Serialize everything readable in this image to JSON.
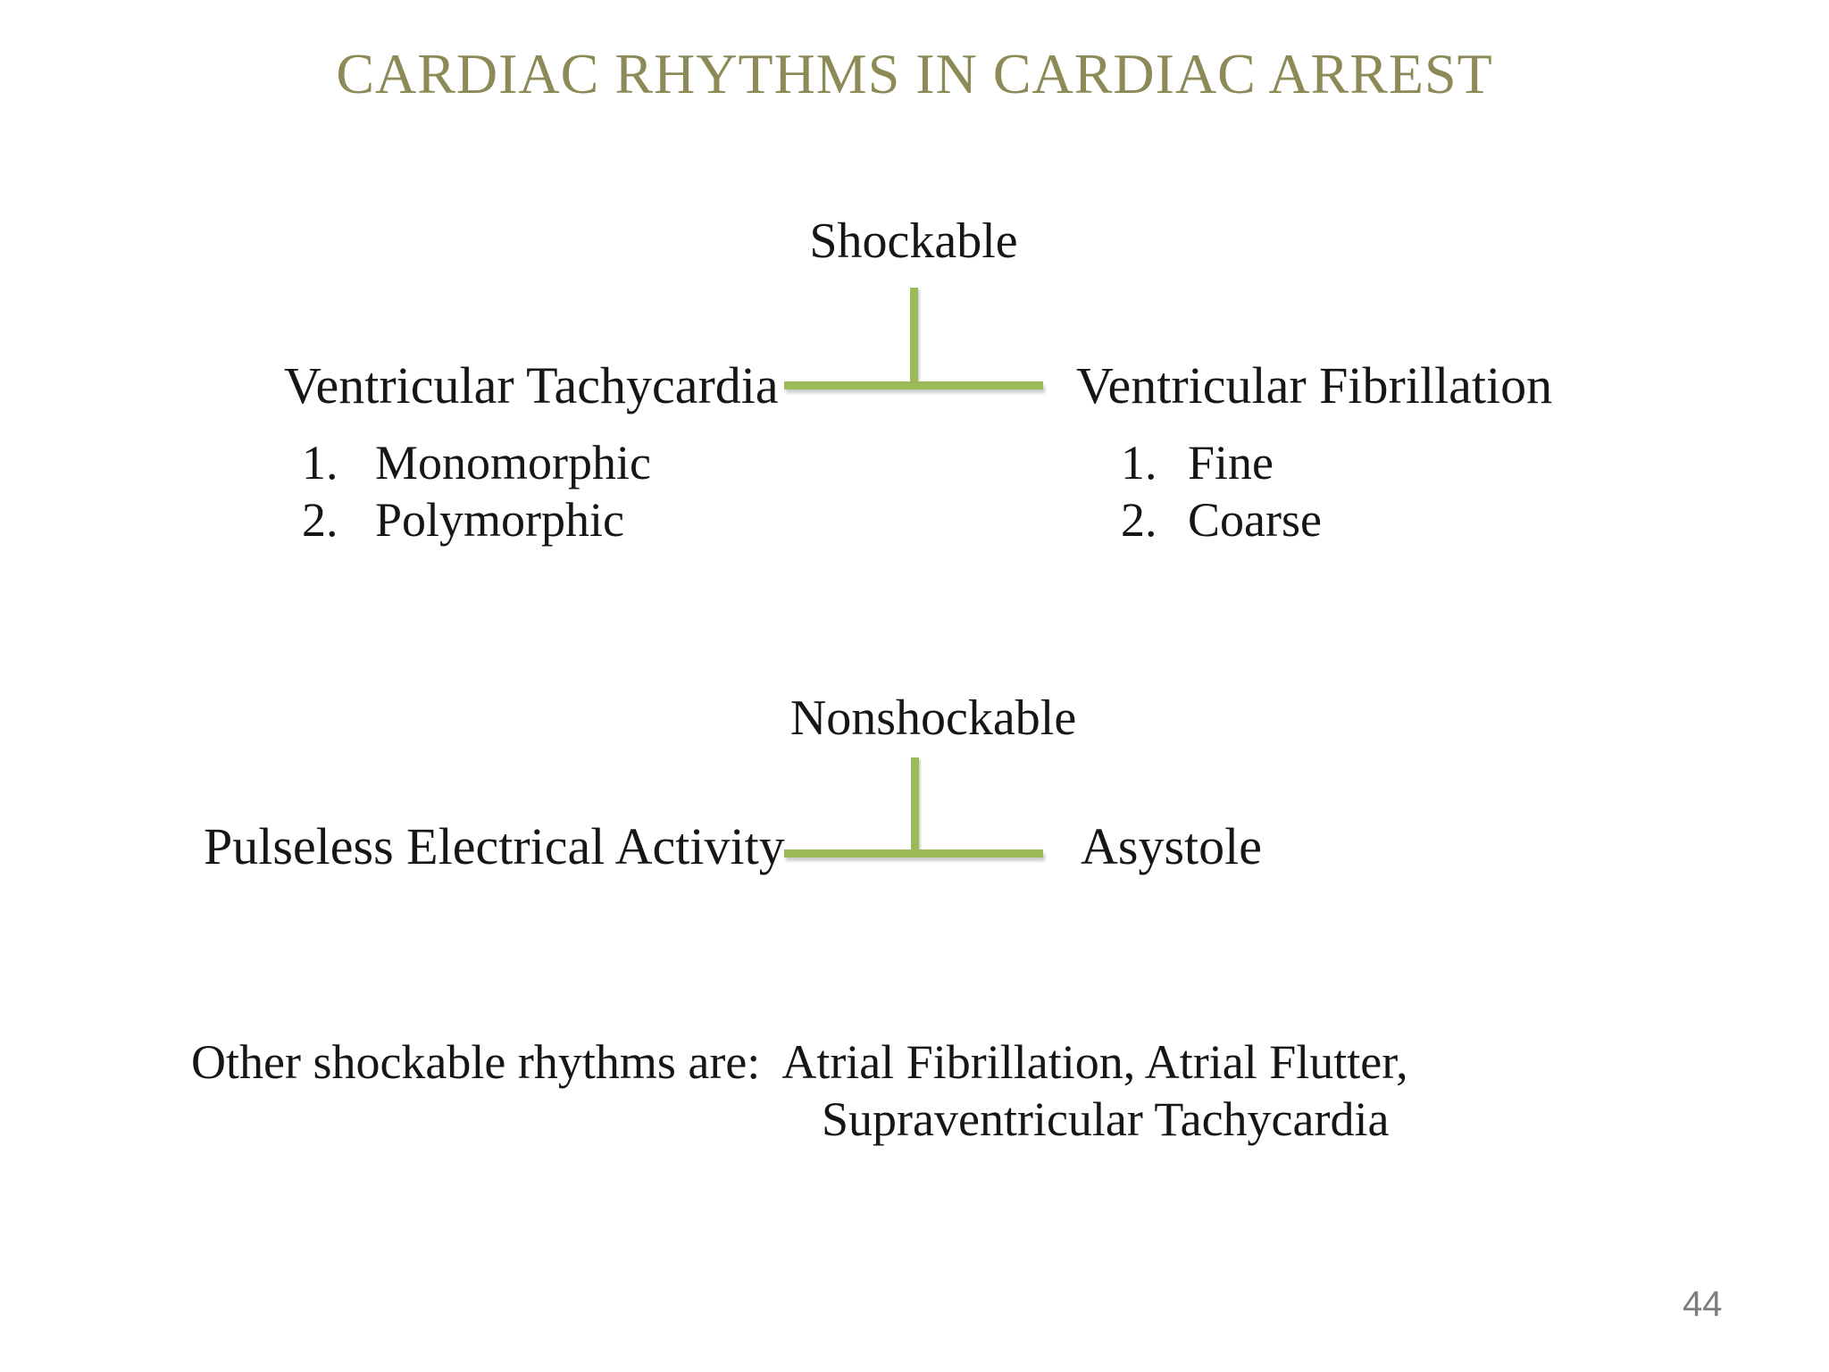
{
  "slide": {
    "title": "CARDIAC RHYTHMS IN CARDIAC ARREST",
    "colors": {
      "title": "#8C8A56",
      "connector": "#9BBB59",
      "text": "#161616",
      "page": "#7e7e7e"
    },
    "markers": [
      "1.",
      "2."
    ],
    "shockable": {
      "heading": "Shockable",
      "left": {
        "label": "Ventricular Tachycardia",
        "items": [
          "Monomorphic",
          "Polymorphic"
        ]
      },
      "right": {
        "label": "Ventricular Fibrillation",
        "items": [
          "Fine",
          "Coarse"
        ]
      }
    },
    "nonshockable": {
      "heading": "Nonshockable",
      "left": {
        "label": "Pulseless Electrical Activity"
      },
      "right": {
        "label": "Asystole"
      }
    },
    "footer": {
      "line1": "Other shockable rhythms are:  Atrial Fibrillation, Atrial Flutter,",
      "line2": "Supraventricular Tachycardia"
    },
    "page_number": "44"
  }
}
